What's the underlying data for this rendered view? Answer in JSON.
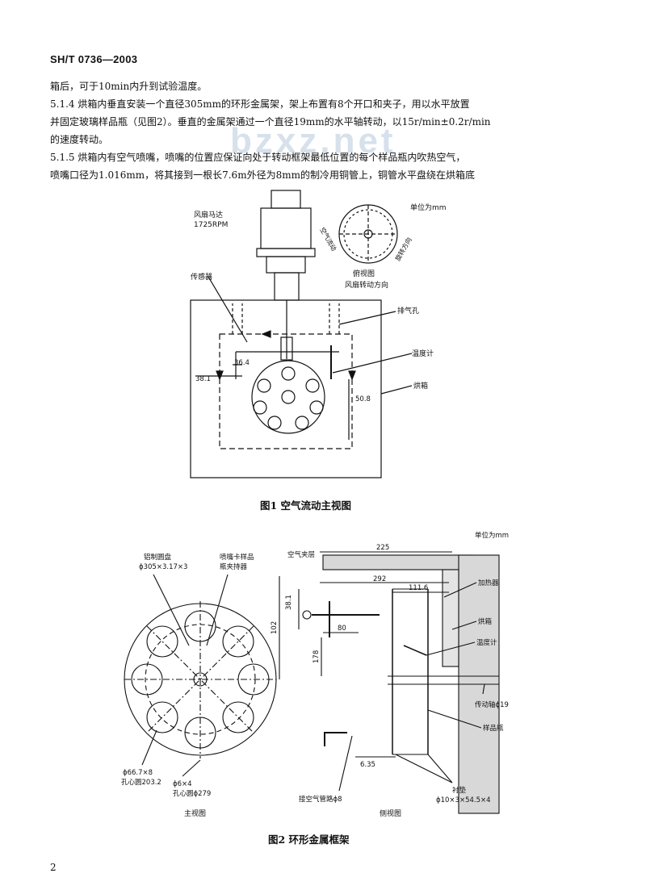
{
  "header": {
    "standard_no": "SH/T 0736—2003"
  },
  "body_text": {
    "line1": "箱后，可于10min内升到试验温度。",
    "p514_a": "5.1.4  烘箱内垂直安装一个直径305mm的环形金属架，架上布置有8个开口和夹子，用以水平放置",
    "p514_b": "并固定玻璃样品瓶（见图2）。垂直的金属架通过一个直径19mm的水平轴转动，以15r/min±0.2r/min",
    "p514_c": "的速度转动。",
    "p515_a": "5.1.5  烘箱内有空气喷嘴，喷嘴的位置应保证向处于转动框架最低位置的每个样品瓶内吹热空气，",
    "p515_b": "喷嘴口径为1.016mm，将其接到一根长7.6m外径为8mm的制冷用铜管上，铜管水平盘绕在烘箱底"
  },
  "watermark": "bzxz.net",
  "figure1": {
    "caption": "图1    空气流动主视图",
    "unit_label": "单位为mm",
    "labels": {
      "fan_motor_1": "风扇马达",
      "fan_motor_2": "1725RPM",
      "sensor": "传感器",
      "exhaust": "排气孔",
      "thermometer": "温度计",
      "oven": "烘箱",
      "top_view_1": "俯视图",
      "top_view_2": "风扇转动方向",
      "air_dir": "空气流动",
      "rot_dir": "旋转方向"
    },
    "dims": {
      "d1": "36.4",
      "d2": "38.1",
      "d3": "50.8"
    }
  },
  "figure2": {
    "caption": "图2    环形金属框架",
    "unit_label": "单位为mm",
    "front": {
      "ring_label_1": "铝制圆盘",
      "ring_label_2": "ϕ305×3.17×3",
      "clip_label_1": "喷嘴卡样品",
      "clip_label_2": "瓶夹持器",
      "hole_label_1": "ϕ66.7×8",
      "hole_label_2": "孔心圆203.2",
      "bolt_label_1": "ϕ6×4",
      "bolt_label_2": "孔心圆ϕ279",
      "view_name": "主视图"
    },
    "side": {
      "air_jacket": "空气夹层",
      "heater": "加热器",
      "oven": "烘箱",
      "thermometer": "温度计",
      "shaft": "传动轴ϕ19",
      "sample_bottle": "样品瓶",
      "air_tube": "接空气管路ϕ8",
      "spacer_1": "衬垫",
      "spacer_2": "ϕ10×3×54.5×4",
      "view_name": "侧视图",
      "dims": {
        "d225": "225",
        "d292": "292",
        "d111": "111.6",
        "d38": "38.1",
        "d80": "80",
        "d178": "178",
        "d102": "102",
        "d635": "6.35"
      }
    }
  },
  "page_number": "2"
}
